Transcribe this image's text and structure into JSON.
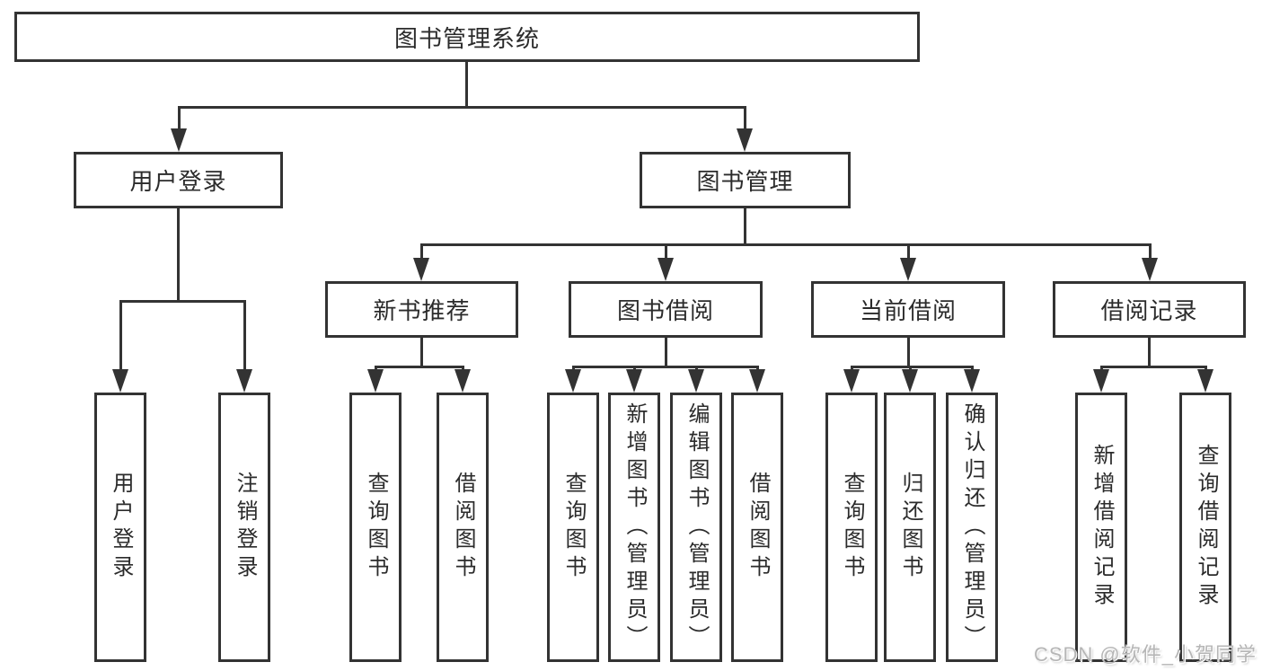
{
  "diagram": {
    "title": "图书管理系统",
    "watermark": "CSDN @软件_小贺同学",
    "colors": {
      "line": "#333333",
      "text": "#2b2b2b",
      "background": "#ffffff",
      "watermark": "#b6b6b6"
    },
    "nodes": {
      "root": "图书管理系统",
      "user_login": "用户登录",
      "book_mgmt": "图书管理",
      "new_book_rec": "新书推荐",
      "book_borrow": "图书借阅",
      "current_borrow": "当前借阅",
      "borrow_records": "借阅记录",
      "leaf_user_login": "用户登录",
      "leaf_logout": "注销登录",
      "leaf_nb_query": "查询图书",
      "leaf_nb_borrow": "借阅图书",
      "leaf_bb_query": "查询图书",
      "leaf_bb_add": "新增图书（管理员）",
      "leaf_bb_edit": "编辑图书（管理员）",
      "leaf_bb_borrow": "借阅图书",
      "leaf_cb_query": "查询图书",
      "leaf_cb_return": "归还图书",
      "leaf_cb_confirm": "确认归还（管理员）",
      "leaf_br_add": "新增借阅记录",
      "leaf_br_query": "查询借阅记录"
    }
  }
}
